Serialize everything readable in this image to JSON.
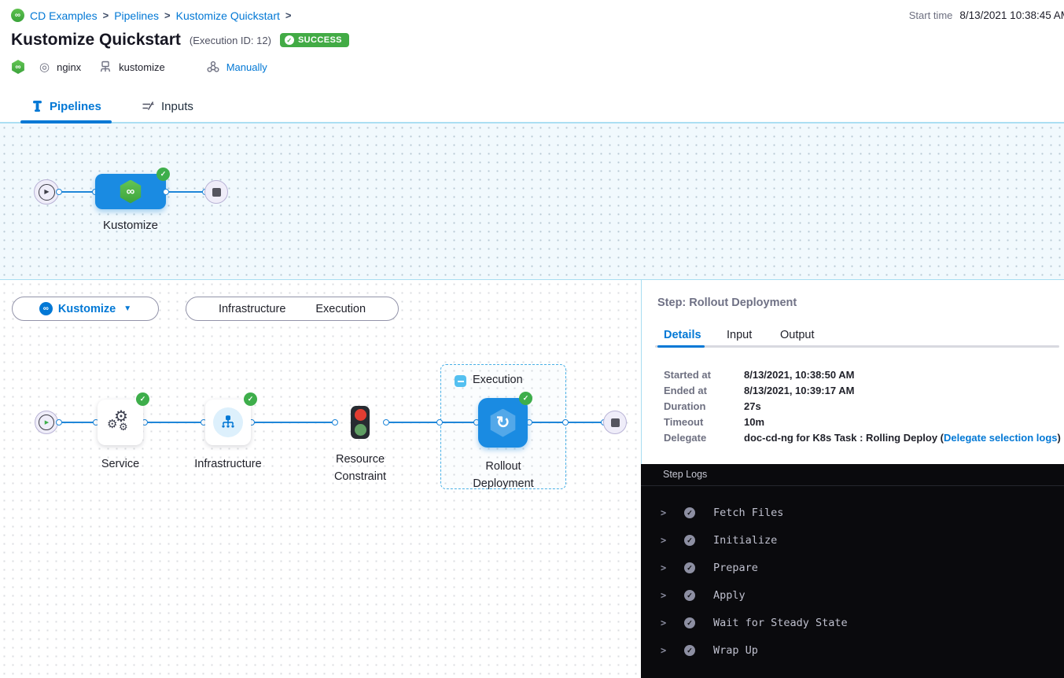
{
  "breadcrumb": {
    "item1": "CD Examples",
    "item2": "Pipelines",
    "item3": "Kustomize Quickstart",
    "sep": ">"
  },
  "header": {
    "title": "Kustomize Quickstart",
    "execution_id": "(Execution ID: 12)",
    "status_badge": "SUCCESS",
    "start_time_label": "Start time",
    "start_time_value": "8/13/2021 10:38:45 AM",
    "service_name": "nginx",
    "environment_name": "kustomize",
    "trigger_label": "Manually"
  },
  "tabs": {
    "pipelines": "Pipelines",
    "inputs": "Inputs"
  },
  "top_graph": {
    "stage_label": "Kustomize"
  },
  "stage_canvas": {
    "stage_selector_label": "Kustomize",
    "toggle_infrastructure": "Infrastructure",
    "toggle_execution": "Execution",
    "group_label": "Execution",
    "node_service": "Service",
    "node_infrastructure": "Infrastructure",
    "node_resource_constraint": "Resource Constraint",
    "node_rollout": "Rollout Deployment"
  },
  "step_panel": {
    "title": "Step: Rollout Deployment",
    "tab_details": "Details",
    "tab_input": "Input",
    "tab_output": "Output",
    "rows": [
      {
        "label": "Started at",
        "value": "8/13/2021, 10:38:50 AM"
      },
      {
        "label": "Ended at",
        "value": "8/13/2021, 10:39:17 AM"
      },
      {
        "label": "Duration",
        "value": "27s"
      },
      {
        "label": "Timeout",
        "value": "10m"
      }
    ],
    "delegate_label": "Delegate",
    "delegate_value_prefix": "doc-cd-ng for K8s Task : Rolling Deploy (",
    "delegate_link": "Delegate selection logs",
    "delegate_value_suffix": ")"
  },
  "step_logs": {
    "title": "Step Logs",
    "sections": [
      "Fetch Files",
      "Initialize",
      "Prepare",
      "Apply",
      "Wait for Steady State",
      "Wrap Up"
    ]
  },
  "colors": {
    "accent_blue": "#0278d5",
    "success_green": "#42ab45",
    "node_blue": "#1a8be2",
    "canvas_blue_bg": "#f1f9fd",
    "log_bg": "#0a0a0d"
  }
}
